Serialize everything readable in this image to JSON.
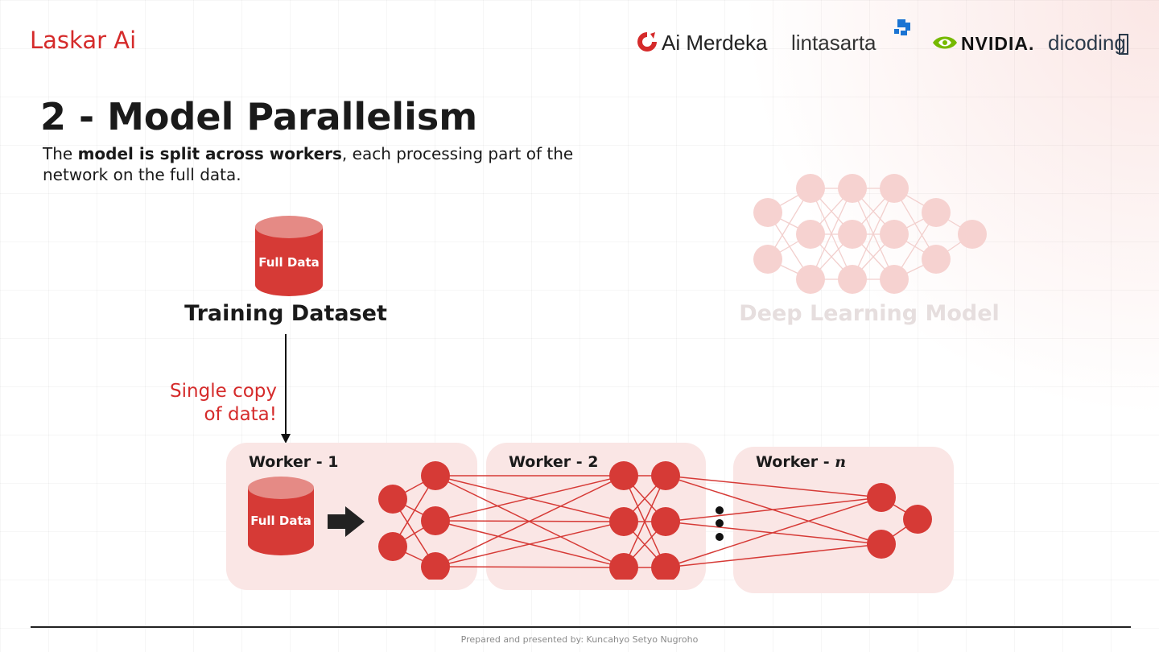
{
  "header": {
    "brand": "Laskar Ai",
    "partners": [
      "Ai Merdeka",
      "lintasarta",
      "NVIDIA.",
      "dicoding"
    ]
  },
  "slide": {
    "title": "2 - Model Parallelism",
    "subtitle_pre": "The ",
    "subtitle_bold": "model is split across workers",
    "subtitle_post": ", each processing part of the network on the full data."
  },
  "dataset": {
    "cylinder_label": "Full Data",
    "label": "Training Dataset"
  },
  "model": {
    "label": "Deep Learning Model"
  },
  "arrow_note": {
    "line1": "Single copy",
    "line2": "of data!"
  },
  "workers": [
    {
      "label": "Worker - 1",
      "cylinder_label": "Full Data"
    },
    {
      "label": "Worker - 2"
    },
    {
      "label_prefix": "Worker - ",
      "label_var": "n"
    }
  ],
  "footer": {
    "text": "Prepared and presented by: Kuncahyo Setyo Nugroho"
  },
  "colors": {
    "accent": "#d52b2b",
    "node": "#d63a36",
    "node_faint": "#f6d2d0",
    "worker_bg": "#fae6e5",
    "nvidia_green": "#76b900"
  },
  "icons": [
    "ai-merdeka-logo-icon",
    "lintasarta-logo-icon",
    "nvidia-eye-icon",
    "dicoding-logo-icon",
    "arrow-right-icon",
    "ellipsis-icon"
  ]
}
